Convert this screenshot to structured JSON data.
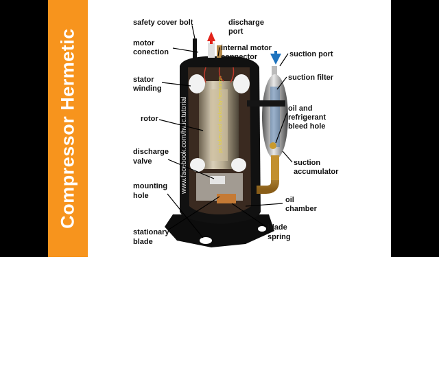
{
  "side_title": "Compressor Hermetic",
  "watermark": "www.facebook.com/hv.ic.tutorial",
  "inner_watermark": "pic taken and marked by hermawan",
  "labels": {
    "safety_cover_bolt": "safety cover bolt",
    "discharge_port_1": "discharge",
    "discharge_port_2": "port",
    "motor_conection_1": "motor",
    "motor_conection_2": "conection",
    "internal_motor_connector_1": "internal motor",
    "internal_motor_connector_2": "connector",
    "suction_port": "suction port",
    "suction_filter": "suction filter",
    "stator_winding_1": "stator",
    "stator_winding_2": "winding",
    "oil_bleed_1": "oil and",
    "oil_bleed_2": "refrigerant",
    "oil_bleed_3": "bleed hole",
    "rotor": "rotor",
    "discharge_valve_1": "discharge",
    "discharge_valve_2": "valve",
    "suction_accumulator_1": "suction",
    "suction_accumulator_2": "accumulator",
    "mounting_hole_1": "mounting",
    "mounting_hole_2": "hole",
    "oil_chamber_1": "oil",
    "oil_chamber_2": "chamber",
    "stationary_blade_1": "stationary",
    "stationary_blade_2": "blade",
    "blade_spring_1": "blade",
    "blade_spring_2": "spring"
  },
  "colors": {
    "accent": "#f7941d",
    "discharge_arrow": "#e2231a",
    "suction_arrow": "#1e73be",
    "copper_pipe": "#b8862b"
  }
}
